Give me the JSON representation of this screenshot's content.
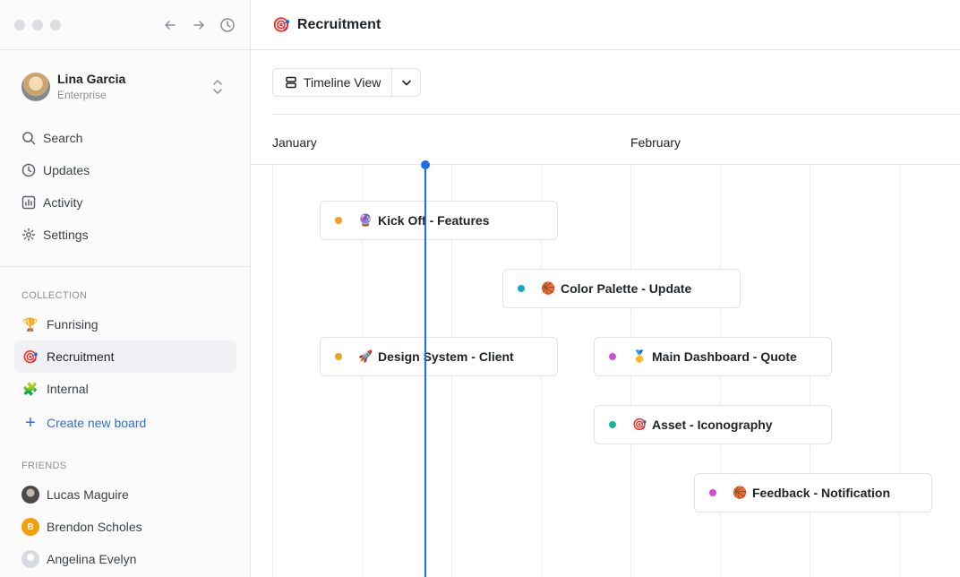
{
  "window": {
    "title": "Recruitment"
  },
  "sidebar": {
    "user": {
      "name": "Lina Garcia",
      "plan": "Enterprise"
    },
    "menu": [
      {
        "label": "Search",
        "icon": "search-icon"
      },
      {
        "label": "Updates",
        "icon": "clock-icon"
      },
      {
        "label": "Activity",
        "icon": "chart-icon"
      },
      {
        "label": "Settings",
        "icon": "gear-icon"
      }
    ],
    "collection_label": "COLLECTION",
    "boards": [
      {
        "label": "Funrising",
        "emoji": "🏆"
      },
      {
        "label": "Recruitment",
        "emoji": "🎯",
        "active": true
      },
      {
        "label": "Internal",
        "emoji": "🧩"
      }
    ],
    "create_label": "Create new board",
    "friends_label": "FRIENDS",
    "friends": [
      {
        "name": "Lucas Maguire"
      },
      {
        "name": "Brendon Scholes",
        "initial": "B"
      },
      {
        "name": "Angelina Evelyn"
      }
    ]
  },
  "header": {
    "emoji": "🎯",
    "title": "Recruitment"
  },
  "toolbar": {
    "view_label": "Timeline View"
  },
  "timeline": {
    "months": [
      "January",
      "February"
    ],
    "tasks": [
      {
        "emoji": "🔮",
        "label": "Kick Off - Features",
        "dot_color": "#f0a020"
      },
      {
        "emoji": "🏀",
        "label": "Color Palette - Update",
        "dot_color": "#17a8c9"
      },
      {
        "emoji": "🚀",
        "label": "Design System - Client",
        "dot_color": "#f0a020"
      },
      {
        "emoji": "🥇",
        "label": "Main Dashboard - Quote",
        "dot_color": "#d24ddb"
      },
      {
        "emoji": "🎯",
        "label": "Asset - Iconography",
        "dot_color": "#17b39a"
      },
      {
        "emoji": "🏀",
        "label": "Feedback - Notification",
        "dot_color": "#d24ddb"
      }
    ]
  },
  "colors": {
    "accent": "#1d6ee8",
    "link": "#2f6fd6"
  }
}
